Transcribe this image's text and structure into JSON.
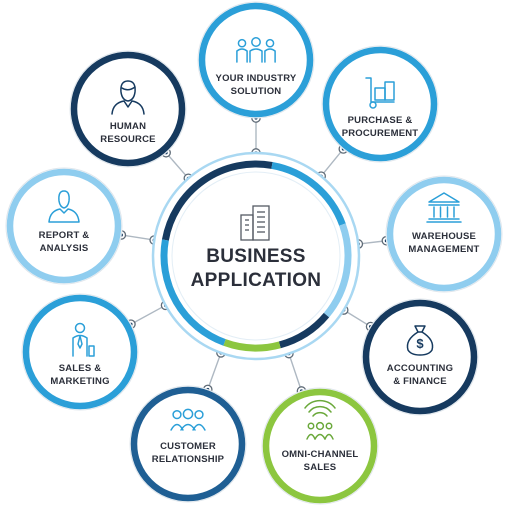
{
  "center": {
    "line1": "BUSINESS",
    "line2": "APPLICATION",
    "icon": "office-buildings-icon"
  },
  "nodes": [
    {
      "key": "industry",
      "lines": [
        "YOUR INDUSTRY",
        "SOLUTION"
      ],
      "icon": "team-people-icon",
      "ring": "#2b9fd8"
    },
    {
      "key": "purchase",
      "lines": [
        "PURCHASE &",
        "PROCUREMENT"
      ],
      "icon": "hand-truck-boxes-icon",
      "ring": "#2b9fd8"
    },
    {
      "key": "warehouse",
      "lines": [
        "WAREHOUSE",
        "MANAGEMENT"
      ],
      "icon": "bank-building-icon",
      "ring": "#8fcdef"
    },
    {
      "key": "accounting",
      "lines": [
        "ACCOUNTING",
        "& FINANCE"
      ],
      "icon": "money-bag-icon",
      "ring": "#163a5f"
    },
    {
      "key": "omni",
      "lines": [
        "OMNI-CHANNEL",
        "SALES"
      ],
      "icon": "broadcast-group-icon",
      "ring": "#8cc63f"
    },
    {
      "key": "customer",
      "lines": [
        "CUSTOMER",
        "RELATIONSHIP"
      ],
      "icon": "customer-group-icon",
      "ring": "#1f5f94"
    },
    {
      "key": "sales",
      "lines": [
        "SALES &",
        "MARKETING"
      ],
      "icon": "salesperson-icon",
      "ring": "#2b9fd8"
    },
    {
      "key": "report",
      "lines": [
        "REPORT &",
        "ANALYSIS"
      ],
      "icon": "person-silhouette-icon",
      "ring": "#8fcdef"
    },
    {
      "key": "hr",
      "lines": [
        "HUMAN",
        "RESOURCE"
      ],
      "icon": "person-outline-icon",
      "ring": "#163a5f"
    }
  ],
  "colors": {
    "navy": "#163a5f",
    "blue": "#2b9fd8",
    "light_blue": "#8fcdef",
    "green": "#8cc63f",
    "text": "#2b2f3a"
  }
}
